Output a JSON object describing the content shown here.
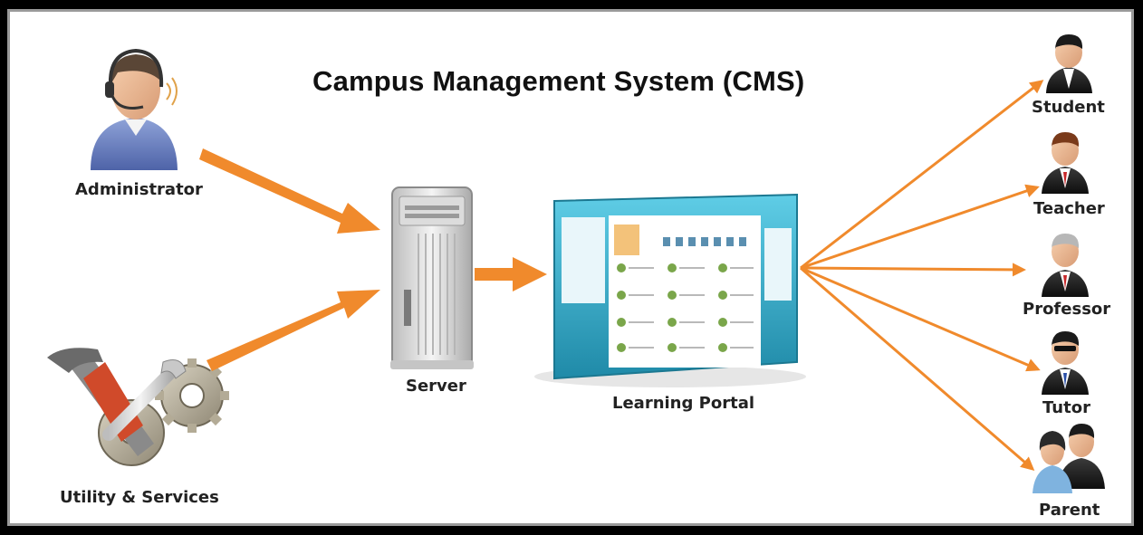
{
  "title": "Campus Management System (CMS)",
  "nodes": {
    "administrator": "Administrator",
    "utility": "Utility & Services",
    "server": "Server",
    "portal": "Learning Portal",
    "student": "Student",
    "teacher": "Teacher",
    "professor": "Professor",
    "tutor": "Tutor",
    "parent": "Parent"
  },
  "colors": {
    "arrow": "#f08a2c",
    "frame_border": "#9a9a9a",
    "portal_teal": "#2aa3c2",
    "suit": "#1c1c1c"
  },
  "icons": {
    "administrator": "headset-person-icon",
    "utility": "tools-gears-icon",
    "server": "server-tower-icon",
    "portal": "portal-window-icon",
    "users": "business-person-icon"
  }
}
